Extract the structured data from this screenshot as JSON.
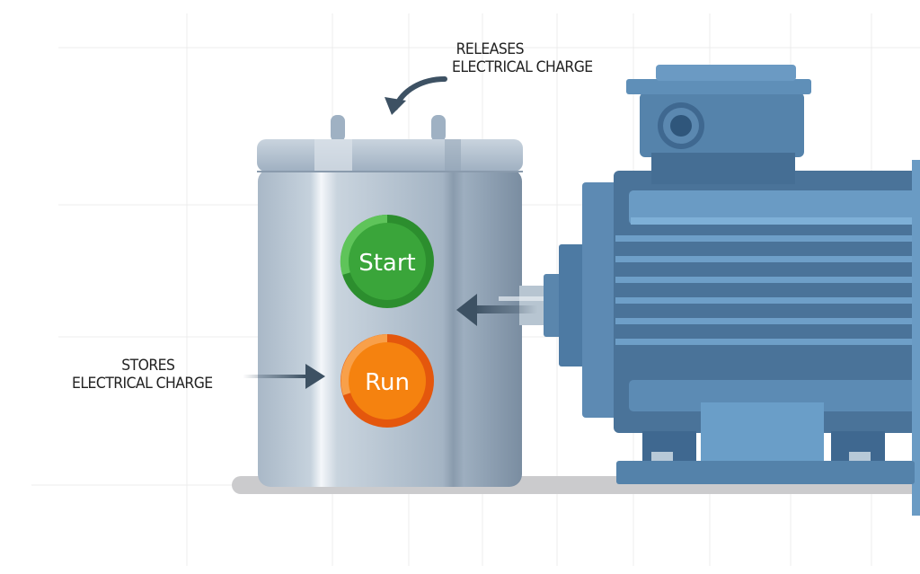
{
  "diagram": {
    "subject": "Motor capacitor (start/run) connected to electric motor",
    "annotations": {
      "releases_line1": "RELEASES",
      "releases_line2": "ELECTRICAL CHARGE",
      "stores_line1": "STORES",
      "stores_line2": "ELECTRICAL CHARGE"
    },
    "capacitor": {
      "start_button_label": "Start",
      "run_button_label": "Run",
      "start_color": "#3aa53a",
      "run_color": "#f57c0c",
      "body_color": "#b9c6d3"
    },
    "motor": {
      "body_color": "#5b86ad"
    },
    "arrows": {
      "color": "#3d5163"
    }
  }
}
